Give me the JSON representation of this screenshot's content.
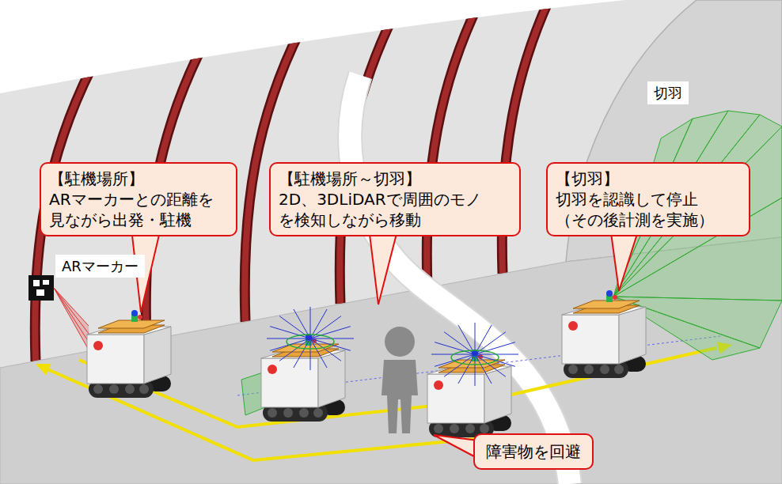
{
  "diagram": {
    "nodes": [
      {
        "text": [
          "切羽"
        ]
      },
      {
        "text": [
          "【駐機場所】",
          "ARマーカーとの距離を 見ながら出発・駐機"
        ]
      },
      {
        "text": [
          "【駐機場所～切羽】",
          "2D、3DLiDARで周囲のモノ を検知しながら移動"
        ]
      },
      {
        "text": [
          "【切羽】",
          "切羽を認識して停止 （その後計測を実施）"
        ]
      },
      {
        "text": [
          "ARマーカー"
        ]
      },
      {
        "text": [
          "障害物を回避"
        ]
      }
    ]
  }
}
